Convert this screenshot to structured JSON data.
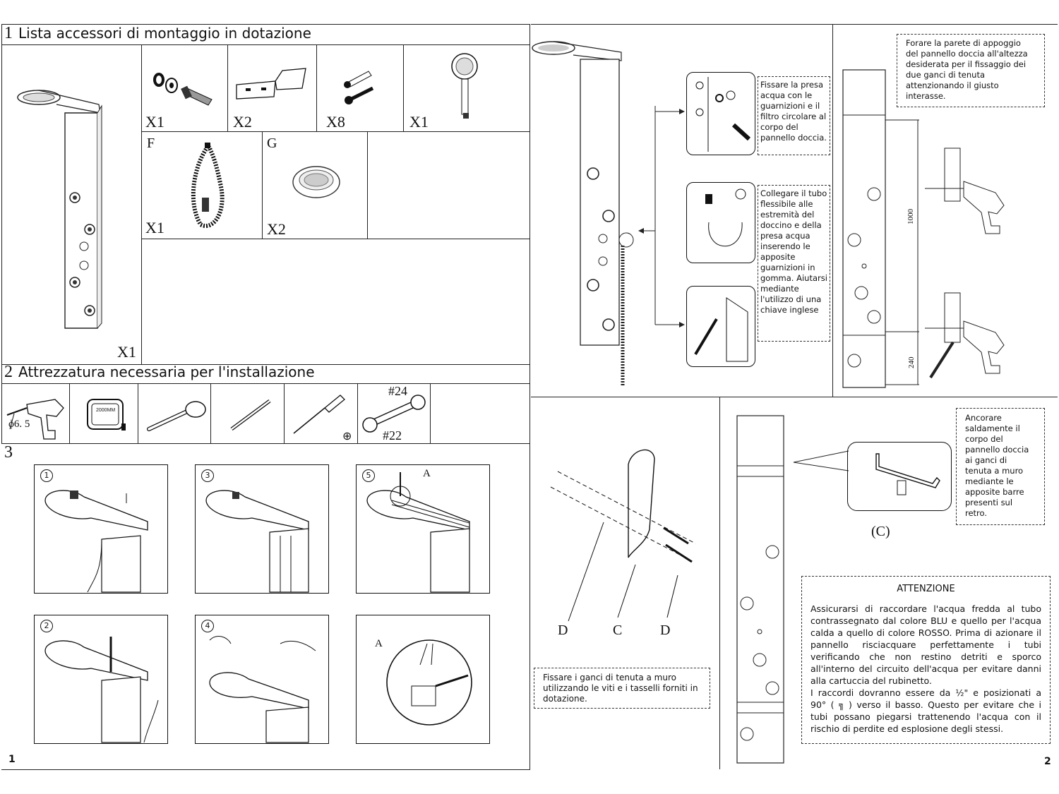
{
  "page1": {
    "section1": {
      "number": "1",
      "title": "Lista accessori di montaggio in dotazione"
    },
    "section2": {
      "number": "2",
      "title": "Attrezzatura necessaria per l'installazione"
    },
    "section3": {
      "number": "3"
    },
    "page_number": "1",
    "items": {
      "panel_qty": "X1",
      "seals_qty": "X1",
      "hooks_qty": "X2",
      "screws_qty": "X8",
      "handshower_qty": "X1",
      "hose_letter": "F",
      "hose_qty": "X1",
      "filter_letter": "G",
      "filter_qty": "X2"
    },
    "tools": {
      "drill_bit": "ϕ6. 5",
      "tape": "2000MM",
      "wrench_top": "#24",
      "wrench_bottom": "#22",
      "screwdriver_symbol": "⊕"
    },
    "steps": {
      "s1": "1",
      "s2": "2",
      "s3": "3",
      "s4": "4",
      "s5": "5",
      "detail_a": "A",
      "detail_a2": "A"
    }
  },
  "page2": {
    "page_number": "2",
    "note_seals": "Fissare la presa acqua con le guarnizioni e il filtro circolare al corpo del pannello doccia.",
    "note_hose": "Collegare il tubo flessibile alle estremità del doccino e della presa acqua inserendo le apposite guarnizioni in gomma. Aiutarsi mediante l'utilizzo di una chiave inglese",
    "note_drill": "Forare la parete di appoggio del pannello doccia all'altezza desiderata per il fissaggio dei due ganci di tenuta attenzionando il giusto interasse.",
    "dim_1000": "1000",
    "dim_240": "240",
    "labels_dcd": [
      "D",
      "C",
      "D"
    ],
    "note_hooks": "Fissare i ganci di tenuta a muro utilizzando le viti e i tasselli forniti in dotazione.",
    "note_anchor": "Ancorare saldamente il corpo del pannello doccia ai ganci di tenuta a muro mediante le apposite barre presenti sul retro.",
    "label_c": "(C)",
    "attention_title": "ATTENZIONE",
    "attention_p1": "Assicurarsi di raccordare l'acqua fredda al tubo contrassegnato dal colore BLU e quello per l'acqua calda a quello di colore ROSSO. Prima di azionare il pannello risciacquare perfettamente i tubi verificando che non restino detriti e sporco all'interno del circuito dell'acqua per evitare danni alla cartuccia del rubinetto.",
    "attention_p2": "I raccordi dovranno essere da ½\" e posizionati a 90° ( ╗ ) verso il basso. Questo per evitare che i tubi possano piegarsi trattenendo l'acqua con il rischio di perdite ed esplosione degli stessi."
  }
}
